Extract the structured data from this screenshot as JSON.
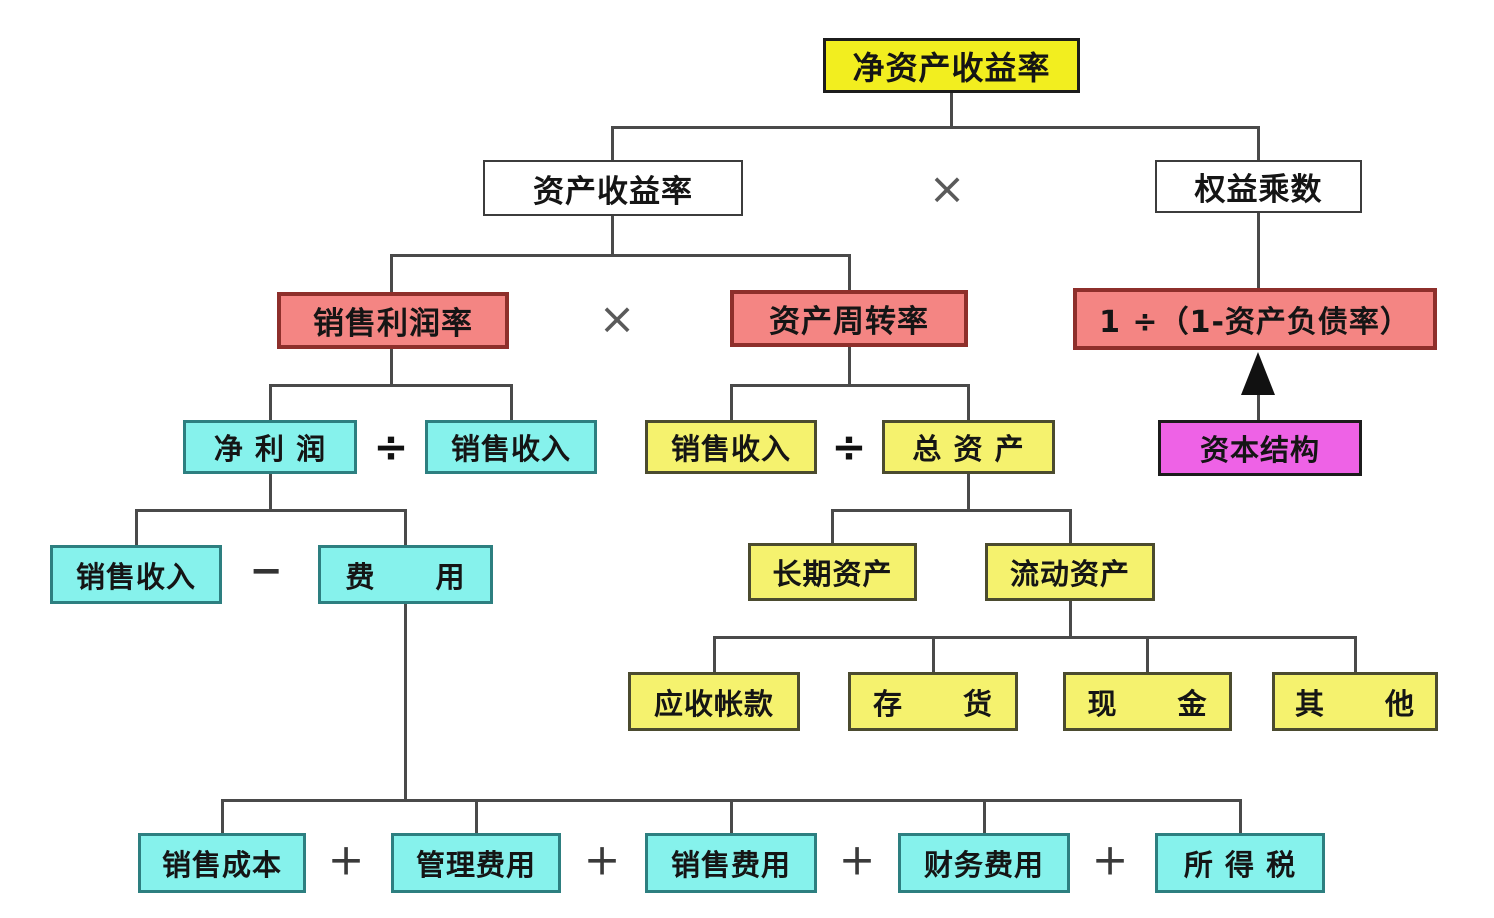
{
  "colors": {
    "yellow-top": "#f2ee1f",
    "yellow-child": "#f5f26e",
    "red": "#f48583",
    "red-border": "#8e2f2b",
    "cyan": "#86f2ec",
    "cyan-border": "#2d7f80",
    "magenta": "#ee62e6",
    "line": "#4a4a4a"
  },
  "nodes": {
    "roe": {
      "label": "净资产收益率"
    },
    "roa": {
      "label": "资产收益率"
    },
    "equity_multiplier": {
      "label": "权益乘数"
    },
    "profit_margin": {
      "label": "销售利润率"
    },
    "asset_turnover": {
      "label": "资产周转率"
    },
    "leverage_formula": {
      "label": "1 ÷（1-资产负债率）"
    },
    "capital_structure": {
      "label": "资本结构"
    },
    "net_profit": {
      "label": "净 利 润"
    },
    "sales_revenue_a": {
      "label": "销售收入"
    },
    "sales_revenue_b": {
      "label": "销售收入"
    },
    "total_assets": {
      "label": "总 资 产"
    },
    "sales_revenue_c": {
      "label": "销售收入"
    },
    "expenses": {
      "label": "费　　用"
    },
    "long_term_assets": {
      "label": "长期资产"
    },
    "current_assets": {
      "label": "流动资产"
    },
    "accounts_receivable": {
      "label": "应收帐款"
    },
    "inventory": {
      "label": "存　　货"
    },
    "cash": {
      "label": "现　　金"
    },
    "other": {
      "label": "其　　他"
    },
    "cost_of_sales": {
      "label": "销售成本"
    },
    "admin_expenses": {
      "label": "管理费用"
    },
    "selling_expenses": {
      "label": "销售费用"
    },
    "financial_expenses": {
      "label": "财务费用"
    },
    "income_tax": {
      "label": "所 得 税"
    }
  },
  "operators": {
    "multiply": "×",
    "divide": "÷",
    "minus": "−",
    "plus": "+"
  }
}
